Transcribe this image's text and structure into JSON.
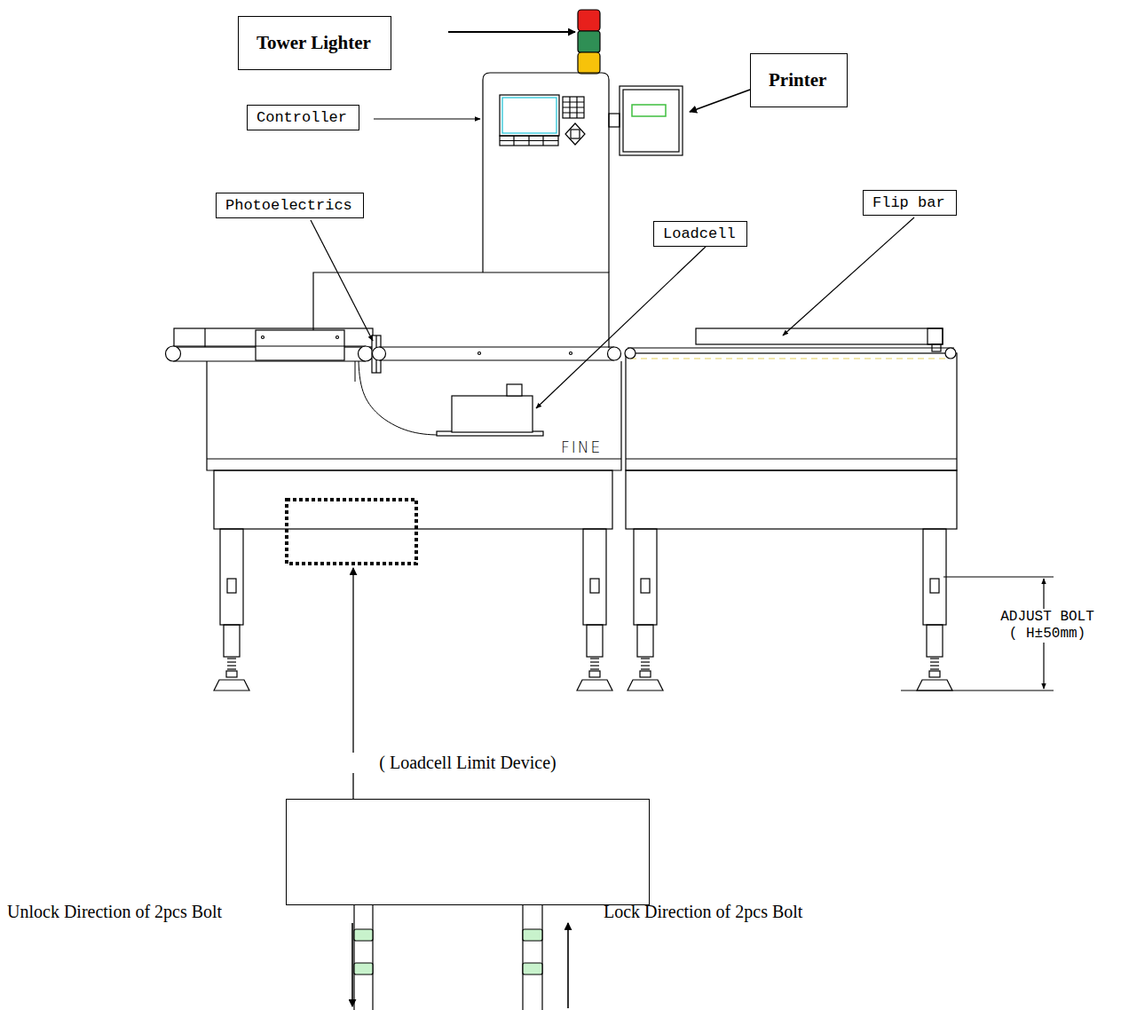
{
  "diagram": {
    "nodes": [
      {
        "text": [
          "Tower Lighter"
        ]
      },
      {
        "text": [
          "Printer"
        ]
      },
      {
        "text": [
          "Controller"
        ]
      },
      {
        "text": [
          "Photoelectrics"
        ]
      },
      {
        "text": [
          "Loadcell"
        ]
      },
      {
        "text": [
          "Flip bar"
        ]
      },
      {
        "text": [
          "( Loadcell Limit Device)"
        ]
      }
    ],
    "labels": [
      "FINE",
      "ADJUST BOLT ( H±50mm)",
      "Unlock Direction of 2pcs Bolt",
      "Lock Direction of 2pcs Bolt"
    ]
  }
}
